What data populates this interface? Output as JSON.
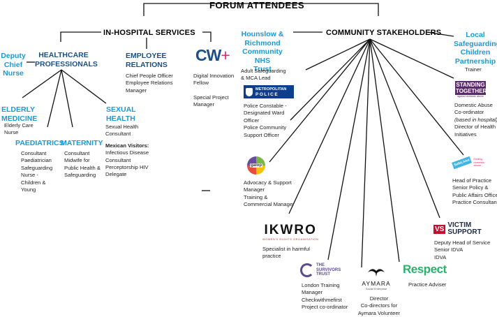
{
  "title": "FORUM ATTENDEES",
  "branches": {
    "in_hospital": "IN-HOSPITAL SERVICES",
    "community": "COMMUNITY STAKEHOLDERS"
  },
  "healthcare": {
    "title_lines": [
      "HEALTHCARE",
      "PROFESSIONALS"
    ],
    "deputy": [
      "Deputy",
      "Chief",
      "Nurse"
    ],
    "elderly": {
      "title": [
        "ELDERLY",
        "MEDICINE"
      ],
      "items": [
        "Elderly Care",
        "Nurse"
      ]
    },
    "paediatrics": {
      "title": "PAEDIATRICS",
      "items": [
        "Consultant",
        "Paediatrician",
        "Safeguarding",
        "Nurse -",
        "Children &",
        "Young"
      ]
    },
    "maternity": {
      "title": "MATERNITY",
      "items": [
        "Consultant",
        "Midwife for",
        "Public Health &",
        "Safeguarding"
      ]
    },
    "sexual": {
      "title": [
        "SEXUAL",
        "HEALTH"
      ],
      "items": [
        "Sexual Health",
        "Consultant"
      ],
      "visitors_title": "Mexican Visitors:",
      "visitors": [
        "Infectious Disease",
        "Consultant",
        "Perceptorship HIV",
        "Delegate"
      ]
    }
  },
  "employee": {
    "title": [
      "EMPLOYEE",
      "RELATIONS"
    ],
    "items": [
      "Chief People Officer",
      "Employee Relations",
      "Manager"
    ]
  },
  "cw": {
    "logo": "CW",
    "items": [
      "Digital Innovation",
      "Fellow",
      "",
      "Special Project",
      "Manager"
    ]
  },
  "hounslow": {
    "title": [
      "Hounslow &",
      "Richmond",
      "Community NHS",
      "Trust"
    ],
    "items": [
      "Adult Safeguarding",
      "& MCA Lead"
    ]
  },
  "police": {
    "logo_top": "METROPOLITAN",
    "logo_bottom": "POLICE",
    "items": [
      "Police Constable -",
      "Designated Ward",
      "Officer",
      "Police Community",
      "Support Officer"
    ]
  },
  "galop": {
    "logo": "galop",
    "items": [
      "Advocacy & Support",
      "Manager",
      "Training &",
      "Commercial Manager"
    ]
  },
  "ikwro": {
    "logo": "IKWRO",
    "logo_sub": "WOMEN'S RIGHTS ORGANISATION",
    "items": [
      "Specialist in harmful",
      "practice"
    ]
  },
  "survivors": {
    "logo": [
      "THE",
      "SURVIVORS",
      "TRUST"
    ],
    "items": [
      "London Training",
      "Manager",
      "Checkwithmefirst",
      "Project co-ordinator"
    ]
  },
  "aymara": {
    "logo": "AYMARA",
    "logo_sub": "Social Enterprise",
    "items": [
      "Director",
      "Co-directors for",
      "Aymara Volunteer"
    ]
  },
  "respect": {
    "logo": "Respect",
    "items": [
      "Practice Adviser"
    ]
  },
  "victim": {
    "logo_vs": "VS",
    "logo": [
      "VICTIM",
      "SUPPORT"
    ],
    "items": [
      "Deputy Head of Service",
      "Senior IDVA",
      "IDVA"
    ]
  },
  "safelives": {
    "logo": "SafeLives",
    "logo_tag": [
      "Ending",
      "domestic",
      "abuse"
    ],
    "items": [
      "Head of Practice",
      "Senior Policy &",
      "Public Affairs Officer",
      "Practice Consultant"
    ]
  },
  "standing": {
    "logo": [
      "STANDING",
      "TOGETHER"
    ],
    "logo_sub": "against domestic abuse",
    "items": [
      "Domestic Abuse",
      "Co-ordinator",
      "(based in hospital)",
      "Director of Health",
      "Initiatives"
    ]
  },
  "local_safeguarding": {
    "title": [
      "Local",
      "Safeguarding",
      "Children",
      "Partnership"
    ],
    "items": [
      "Trainer"
    ]
  },
  "colors": {
    "blue": "#1a9ad6",
    "navy": "#1d4f86",
    "line": "#111111",
    "police": "#0f3f8c",
    "galop": "#7ab648",
    "respect": "#27b36b",
    "victim": "#c8102e",
    "standing": "#5a2a6b",
    "safelives": "#3fb5e5",
    "ikwro": "#c0392b",
    "cw_plus": "#e5246b"
  }
}
